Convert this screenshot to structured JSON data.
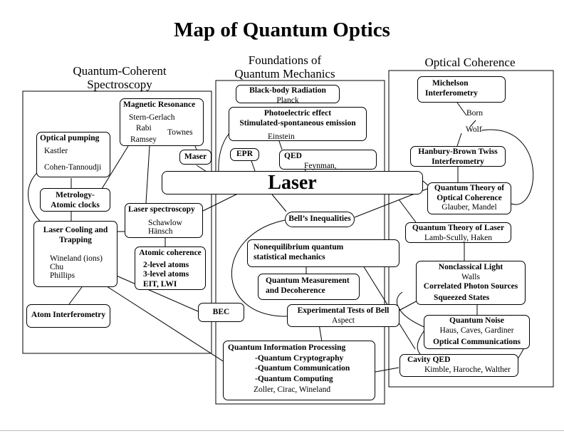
{
  "title": "Map of Quantum Optics",
  "columns": {
    "left": [
      "Quantum-Coherent",
      "Spectroscopy"
    ],
    "middle": [
      "Foundations of",
      "Quantum Mechanics"
    ],
    "right": "Optical Coherence"
  },
  "laser": "Laser",
  "nodes": {
    "blackbody": {
      "title": "Black-body Radiation",
      "sub": "Planck"
    },
    "photoelectric": {
      "l1": "Photoelectric effect",
      "l2": "Stimulated-spontaneous emission",
      "sub": "Einstein"
    },
    "epr": "EPR",
    "qed": {
      "title": "QED",
      "sub": "Feynman, Schwinger"
    },
    "magnetic": {
      "title": "Magnetic Resonance",
      "n1": "Stern-Gerlach",
      "n2": "Rabi",
      "n3": "Townes",
      "n4": "Ramsey"
    },
    "maser": "Maser",
    "optical_pumping": {
      "title": "Optical pumping",
      "n1": "Kastler",
      "n2": "Cohen-Tannoudji"
    },
    "metrology": {
      "l1": "Metrology-",
      "l2": "Atomic clocks"
    },
    "laser_spectroscopy": {
      "title": "Laser spectroscopy",
      "n1": "Schawlow",
      "n2": "Hänsch"
    },
    "cooling": {
      "l1": "Laser Cooling and",
      "l2": "Trapping",
      "n1": "Wineland (ions)",
      "n2": "Chu",
      "n3": "Phillips"
    },
    "atomic_coherence": {
      "title": "Atomic  coherence",
      "n1": "2-level atoms",
      "n2": "3-level atoms",
      "n3": "EIT, LWI"
    },
    "atom_interferometry": "Atom Interferometry",
    "bec": "BEC",
    "bells": "Bell’s Inequalities",
    "nonequilibrium": {
      "l1": "Nonequilibrium quantum",
      "l2": "statistical mechanics"
    },
    "measurement": {
      "l1": "Quantum Measurement",
      "l2": "and Decoherence"
    },
    "exp_tests": {
      "title": "Experimental Tests of Bell",
      "sub": "Aspect"
    },
    "qip": {
      "title": "Quantum Information Processing",
      "i1": "-Quantum Cryptography",
      "i2": "-Quantum Communication",
      "i3": "-Quantum Computing",
      "sub": "Zoller, Cirac, Wineland"
    },
    "michelson": {
      "l1": "Michelson",
      "l2": "Interferometry"
    },
    "born_wolf": {
      "n1": "Born",
      "n2": "Wolf"
    },
    "hbt": {
      "l1": "Hanbury-Brown Twiss",
      "l2": "Interferometry"
    },
    "qt_coherence": {
      "l1": "Quantum Theory of",
      "l2": "Optical Coherence",
      "sub": "Glauber, Mandel"
    },
    "qt_laser": {
      "title": "Quantum  Theory of Laser",
      "sub": "Lamb-Scully,  Haken"
    },
    "nonclassical": {
      "title": "Nonclassical Light",
      "n1": "Walls",
      "i1": "Correlated Photon Sources",
      "i2": "Squeezed States"
    },
    "quantum_noise": {
      "title": "Quantum Noise",
      "sub": "Haus,  Caves, Gardiner",
      "extra": "Optical  Communications"
    },
    "cavity_qed": {
      "title": "Cavity QED",
      "sub": "Kimble, Haroche, Walther"
    }
  }
}
